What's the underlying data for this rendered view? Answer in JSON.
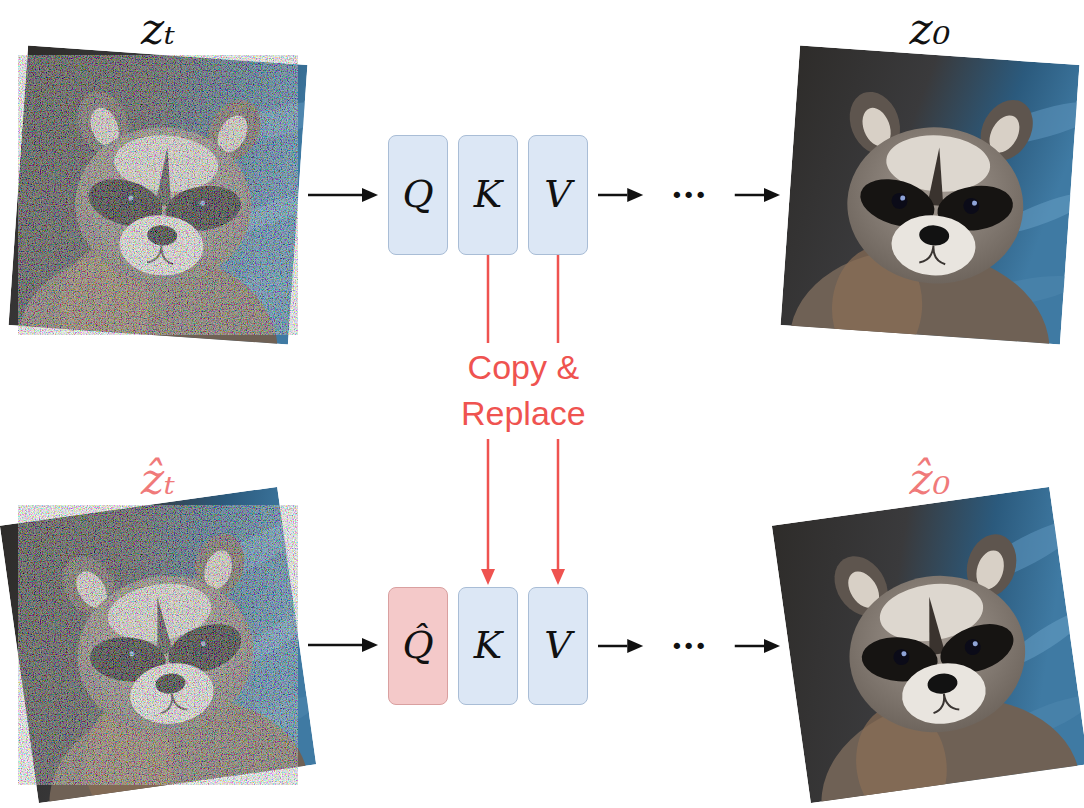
{
  "diagram": {
    "nodes": [
      {
        "text": [
          "zₜ"
        ]
      },
      {
        "text": [
          "Q"
        ]
      },
      {
        "text": [
          "K"
        ]
      },
      {
        "text": [
          "V"
        ]
      },
      {
        "text": [
          "z₀"
        ]
      },
      {
        "text": [
          "ẑₜ"
        ]
      },
      {
        "text": [
          "Q̂"
        ]
      },
      {
        "text": [
          "K"
        ]
      },
      {
        "text": [
          "V"
        ]
      },
      {
        "text": [
          "ẑ₀"
        ]
      }
    ],
    "edges": [
      {
        "from": 0,
        "to": 1,
        "arrow": "to"
      },
      {
        "from": 3,
        "to": 4,
        "label": "···",
        "arrow": "to"
      },
      {
        "from": 2,
        "to": 7,
        "arrow": "to"
      },
      {
        "from": 3,
        "to": 8,
        "arrow": "to"
      },
      {
        "from": 5,
        "to": 6,
        "arrow": "to"
      },
      {
        "from": 8,
        "to": 9,
        "label": "···",
        "arrow": "to"
      }
    ],
    "labels": [
      "Copy & Replace"
    ]
  }
}
